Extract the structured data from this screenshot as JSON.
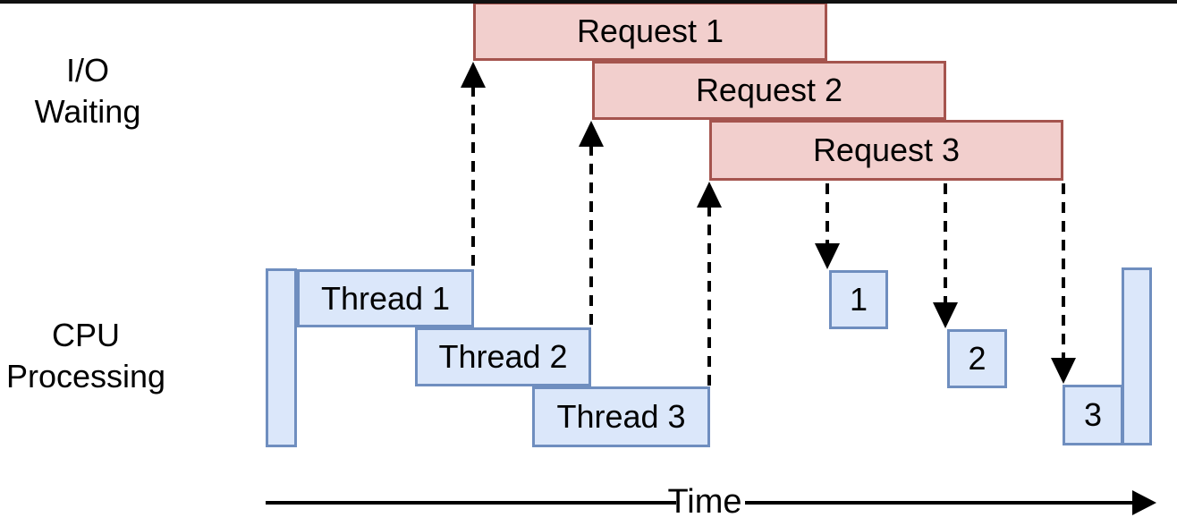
{
  "labels": {
    "io_waiting": [
      "I/O",
      "Waiting"
    ],
    "cpu_processing": [
      "CPU",
      "Processing"
    ],
    "time": "Time"
  },
  "io_requests": [
    {
      "label": "Request 1"
    },
    {
      "label": "Request 2"
    },
    {
      "label": "Request 3"
    }
  ],
  "cpu_threads": [
    {
      "label": "Thread 1"
    },
    {
      "label": "Thread 2"
    },
    {
      "label": "Thread 3"
    }
  ],
  "completions": [
    {
      "label": "1"
    },
    {
      "label": "2"
    },
    {
      "label": "3"
    }
  ],
  "colors": {
    "request_fill": "#f2cfcd",
    "request_border": "#a5544e",
    "thread_fill": "#dbe7fa",
    "thread_border": "#6f8ebf",
    "arrow": "#000000",
    "top_edge_bar": "#111111"
  }
}
